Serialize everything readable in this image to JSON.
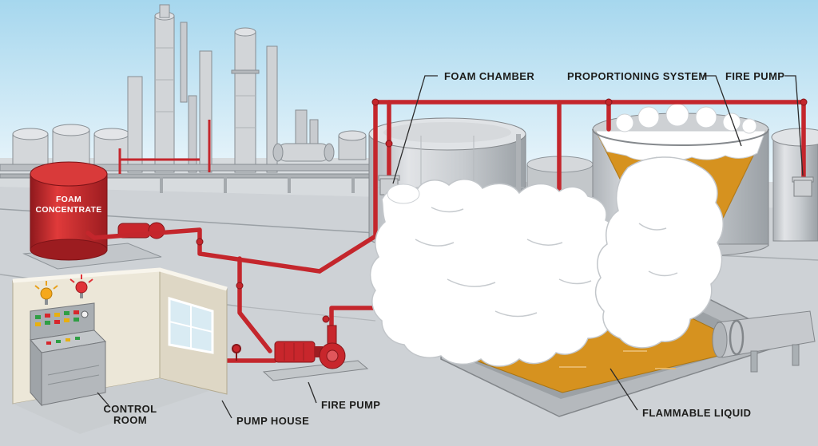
{
  "meta": {
    "title": "Fixed foam fire protection system diagram"
  },
  "labels": {
    "foam_chamber": "FOAM CHAMBER",
    "proportioning_system": "PROPORTIONING SYSTEM",
    "fire_pump_top": "FIRE PUMP",
    "fire_pump_bottom": "FIRE PUMP",
    "pump_house": "PUMP HOUSE",
    "control_room_line1": "CONTROL",
    "control_room_line2": "ROOM",
    "foam_concentrate_line1": "FOAM",
    "foam_concentrate_line2": "CONCENTRATE",
    "flammable_liquid": "FLAMMABLE LIQUID"
  },
  "colors": {
    "sky_top": "#a6d7ee",
    "sky_bottom": "#f0f8fc",
    "ground": "#ced2d6",
    "pipe_red": "#c4262c",
    "tank_light": "#e2e4e7",
    "tank_mid": "#c7cbcf",
    "tank_dark": "#a9aeb3",
    "foam_white": "#ffffff",
    "foam_shadow": "#c9cdd1",
    "liquid_amber": "#d6921f",
    "building_wall": "#ece7d8",
    "label_text": "#1d1d1b"
  }
}
